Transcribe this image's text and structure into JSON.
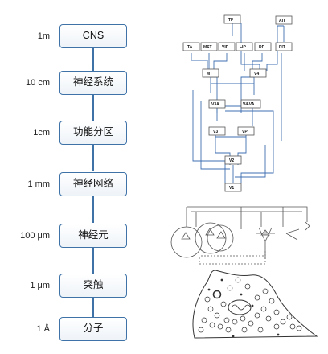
{
  "levels": [
    {
      "scale": "1m",
      "label": "CNS"
    },
    {
      "scale": "10 cm",
      "label": "神经系统"
    },
    {
      "scale": "1cm",
      "label": "功能分区"
    },
    {
      "scale": "1 mm",
      "label": "神经网络"
    },
    {
      "scale": "100 μm",
      "label": "神经元"
    },
    {
      "scale": "1 μm",
      "label": "突触"
    },
    {
      "scale": "1 Å",
      "label": "分子"
    }
  ],
  "cortex_nodes": {
    "tf": "TF",
    "ait": "AIT",
    "ta": "TA",
    "mst": "MST",
    "vip": "VIP",
    "lip": "LIP",
    "dp": "DP",
    "pit": "PIT",
    "mt": "MT",
    "v4": "V4",
    "v3a": "V3A",
    "v4va": "V4-VA",
    "v3": "V3",
    "vp": "VP",
    "v2": "V2",
    "v1": "V1"
  }
}
